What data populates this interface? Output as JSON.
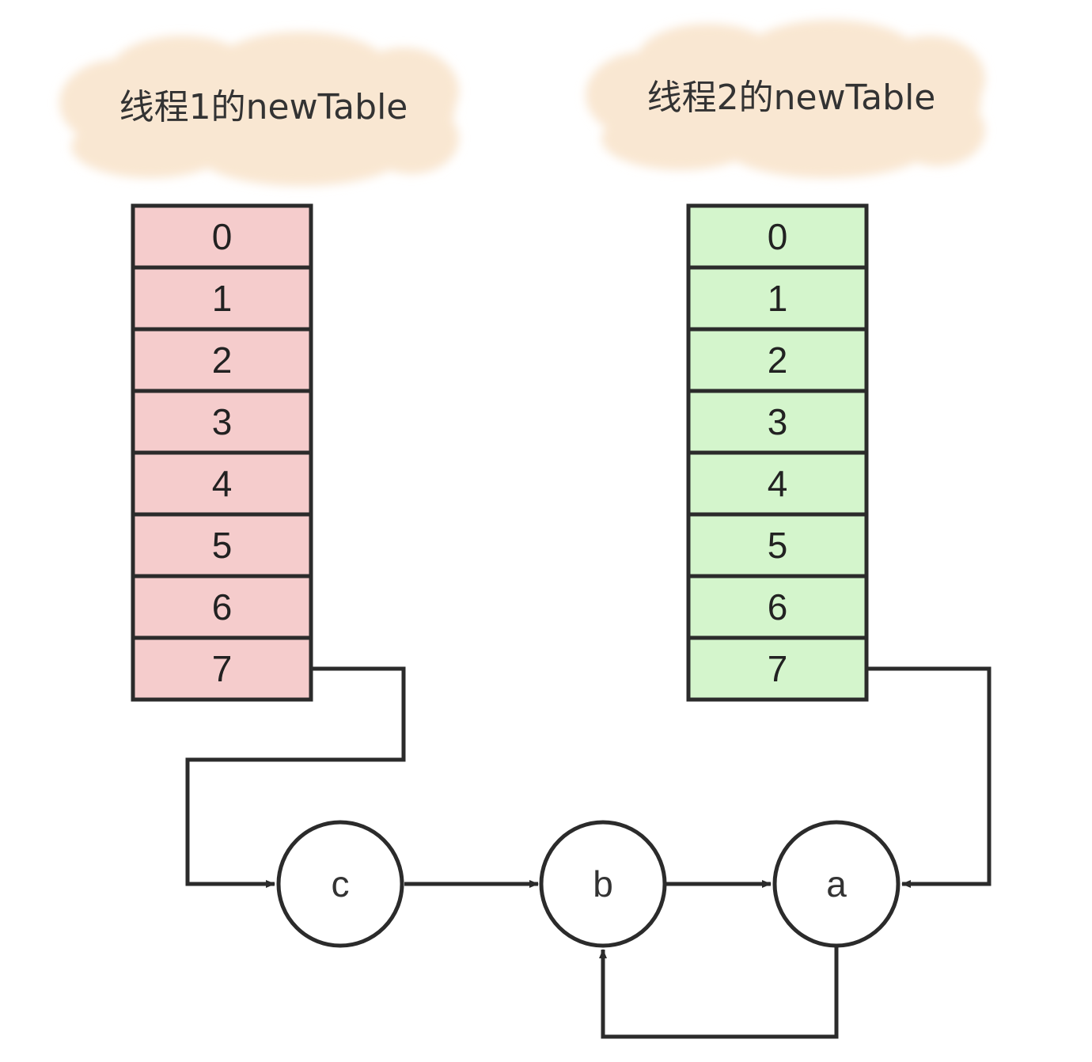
{
  "colors": {
    "cloud": "#f9e7d2",
    "table1_fill": "#f5cccc",
    "table2_fill": "#d4f5cc",
    "stroke": "#2b2b2b"
  },
  "tables": [
    {
      "title": "线程1的newTable",
      "fill_color": "#f5cccc",
      "cells": [
        "0",
        "1",
        "2",
        "3",
        "4",
        "5",
        "6",
        "7"
      ]
    },
    {
      "title": "线程2的newTable",
      "fill_color": "#d4f5cc",
      "cells": [
        "0",
        "1",
        "2",
        "3",
        "4",
        "5",
        "6",
        "7"
      ]
    }
  ],
  "nodes": [
    {
      "id": "c",
      "label": "c"
    },
    {
      "id": "b",
      "label": "b"
    },
    {
      "id": "a",
      "label": "a"
    }
  ],
  "edges": [
    {
      "from": "线程1的newTable[7]",
      "to": "c"
    },
    {
      "from": "c",
      "to": "b"
    },
    {
      "from": "b",
      "to": "a"
    },
    {
      "from": "线程2的newTable[7]",
      "to": "a"
    },
    {
      "from": "a",
      "to": "b"
    }
  ]
}
